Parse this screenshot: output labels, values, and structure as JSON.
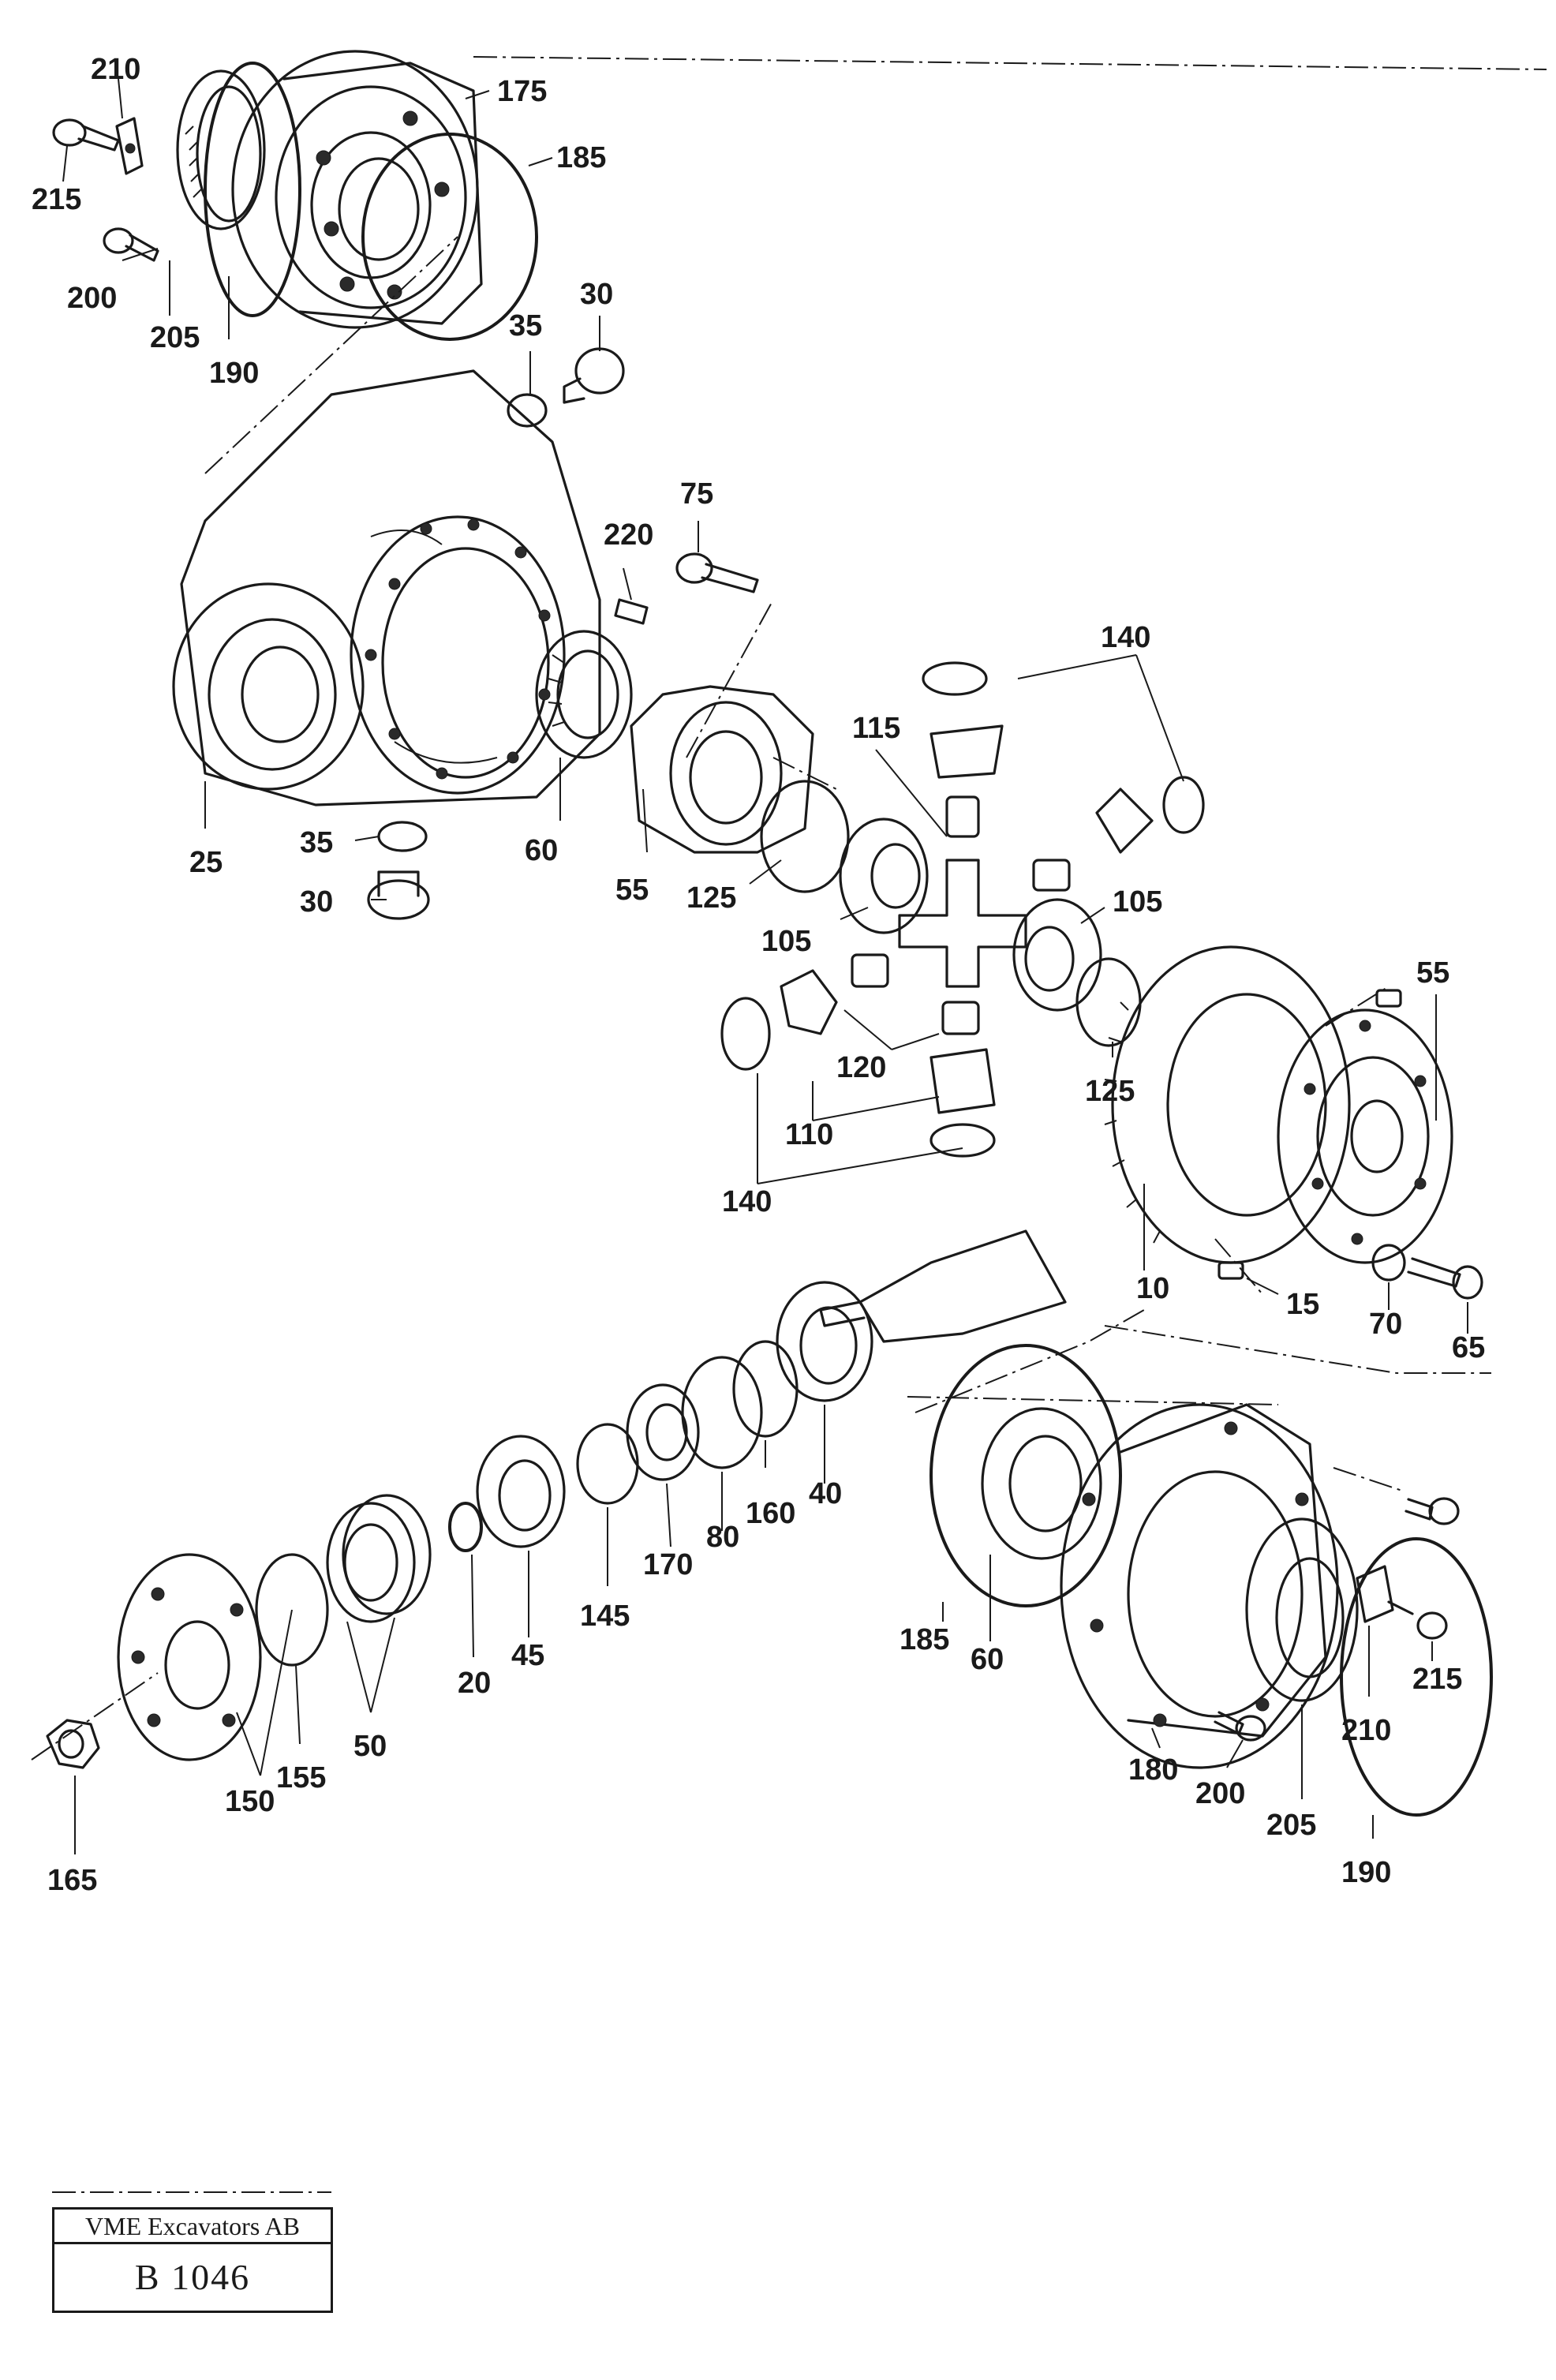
{
  "drawing": {
    "callouts": [
      "210",
      "175",
      "185",
      "215",
      "200",
      "205",
      "190",
      "35",
      "30",
      "75",
      "220",
      "140",
      "115",
      "25",
      "35",
      "60",
      "55",
      "125",
      "30",
      "105",
      "105",
      "55",
      "120",
      "125",
      "110",
      "140",
      "10",
      "15",
      "70",
      "65",
      "40",
      "160",
      "80",
      "170",
      "145",
      "45",
      "20",
      "185",
      "60",
      "215",
      "210",
      "180",
      "200",
      "205",
      "190",
      "50",
      "155",
      "150",
      "165"
    ]
  },
  "title_block": {
    "company": "VME Excavators AB",
    "drawing_number": "B 1046"
  }
}
